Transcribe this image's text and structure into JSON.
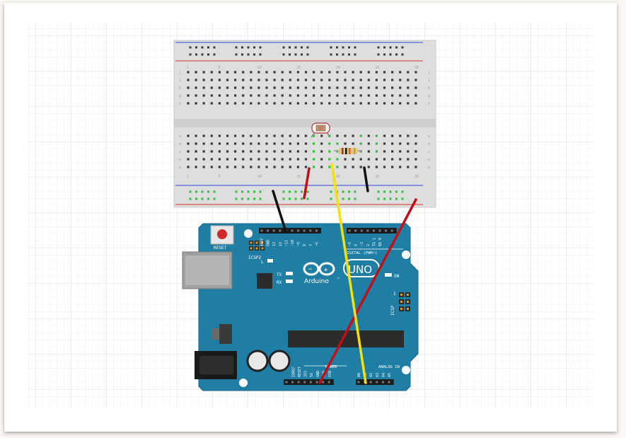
{
  "breadboard": {
    "row_numbers": [
      "1",
      "5",
      "10",
      "15",
      "20",
      "25",
      "30"
    ],
    "row_letters_top": [
      "j",
      "i",
      "h",
      "g",
      "f"
    ],
    "row_letters_bottom": [
      "e",
      "d",
      "c",
      "b",
      "a"
    ]
  },
  "arduino": {
    "reset_label": "RESET",
    "icsp2_label": "ICSP2",
    "icsp_label": "ICSP",
    "digital_label": "DIGITAL (PWM~)",
    "arduino_label": "Arduino",
    "tm": "™",
    "uno_label": "UNO",
    "on_label": "ON",
    "l_label": "L",
    "tx_label": "TX",
    "rx_label": "RX",
    "icsp_pin_one": "1",
    "power_label": "POWER",
    "analog_label": "ANALOG IN",
    "digital_pins": [
      "AREF",
      "GND",
      "13",
      "12",
      "~11",
      "~10",
      "~9",
      "8",
      "7",
      "~6",
      "~5",
      "4",
      "~3",
      "2",
      "TX 1",
      "RX 0"
    ],
    "power_pins": [
      "IOREF",
      "RESET",
      "3V3",
      "5V",
      "GND",
      "GND",
      "VIN"
    ],
    "analog_pins": [
      "A0",
      "A1",
      "A2",
      "A3",
      "A4",
      "A5"
    ]
  },
  "components": [
    {
      "name": "photoresistor"
    },
    {
      "name": "resistor"
    }
  ],
  "wires": [
    {
      "name": "red-jumper-5v-column",
      "color": "#c0111a"
    },
    {
      "name": "yellow-jumper-photoresistor-to-a0",
      "color": "#f5e10a"
    },
    {
      "name": "black-jumper-resistor-to-gnd-rail",
      "color": "#111111"
    },
    {
      "name": "black-jumper-gnd-rail-to-arduino-gnd",
      "color": "#111111"
    },
    {
      "name": "red-jumper-power-rail-to-5v",
      "color": "#c0111a"
    }
  ],
  "colors": {
    "board": "#1f7ea3",
    "breadboard": "#dcdcdc",
    "green_hole": "#2fbf3a",
    "rail_red": "#e0302a",
    "rail_blue": "#2b4fd8"
  }
}
